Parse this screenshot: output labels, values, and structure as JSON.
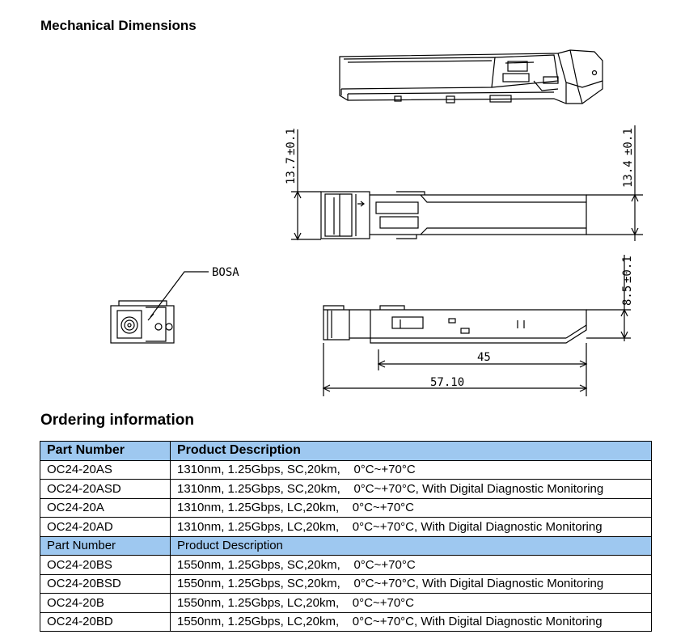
{
  "mechanical": {
    "title": "Mechanical Dimensions",
    "labels": {
      "bosa": "BOSA",
      "dim_13_7": "13.7",
      "dim_13_7_tol": "±0.1",
      "dim_13_4": "13.4",
      "dim_13_4_tol": "±0.1",
      "dim_8_5": "8.5",
      "dim_8_5_tol": "±0.1",
      "dim_45": "45",
      "dim_57_10": "57.10"
    }
  },
  "ordering": {
    "title": "Ordering information",
    "rows": [
      {
        "part": "Part Number",
        "desc": "Product Description",
        "header": true,
        "bold": true
      },
      {
        "part": "OC24-20AS",
        "desc": "1310nm, 1.25Gbps, SC,20km,    0°C~+70°C"
      },
      {
        "part": "OC24-20ASD",
        "desc": "1310nm, 1.25Gbps, SC,20km,    0°C~+70°C, With Digital Diagnostic Monitoring"
      },
      {
        "part": "OC24-20A",
        "desc": "1310nm, 1.25Gbps, LC,20km,    0°C~+70°C"
      },
      {
        "part": "OC24-20AD",
        "desc": "1310nm, 1.25Gbps, LC,20km,    0°C~+70°C, With Digital Diagnostic Monitoring"
      },
      {
        "part": "Part Number",
        "desc": "Product Description",
        "header": true,
        "bold": false
      },
      {
        "part": "OC24-20BS",
        "desc": "1550nm, 1.25Gbps, SC,20km,    0°C~+70°C"
      },
      {
        "part": "OC24-20BSD",
        "desc": "1550nm, 1.25Gbps, SC,20km,    0°C~+70°C, With Digital Diagnostic Monitoring"
      },
      {
        "part": "OC24-20B",
        "desc": "1550nm, 1.25Gbps, LC,20km,    0°C~+70°C"
      },
      {
        "part": "OC24-20BD",
        "desc": "1550nm, 1.25Gbps, LC,20km,    0°C~+70°C, With Digital Diagnostic Monitoring"
      }
    ]
  },
  "colors": {
    "header_fill": "#9ec8f0",
    "line": "#000000"
  }
}
